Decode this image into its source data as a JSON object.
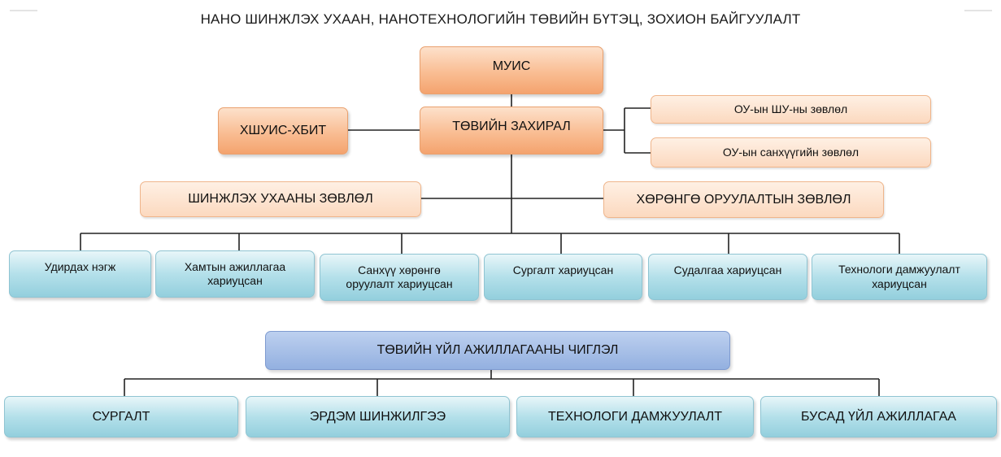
{
  "title": "НАНО ШИНЖЛЭХ УХААН, НАНОТЕХНОЛОГИЙН ТӨВИЙН БҮТЭЦ, ЗОХИОН БАЙГУУЛАЛТ",
  "top": {
    "muis": "МУИС",
    "director": "ТӨВИЙН ЗАХИРАЛ",
    "hshuis": "ХШУИС-ХБИТ",
    "council_su": "ОУ-ын ШУ-ны зөвлөл",
    "council_fin": "ОУ-ын санхүүгийн зөвлөл",
    "science_council": "ШИНЖЛЭХ УХААНЫ ЗӨВЛӨЛ",
    "invest_council": "ХӨРӨНГӨ ОРУУЛАЛТЫН ЗӨВЛӨЛ"
  },
  "units": [
    "Удирдах нэгж",
    "Хамтын ажиллагаа хариуцсан",
    "Санхүү хөрөнгө оруулалт хариуцсан",
    "Сургалт хариуцсан",
    "Судалгаа хариуцсан",
    "Технологи дамжуулалт хариуцсан"
  ],
  "activities": {
    "header": "ТӨВИЙН ҮЙЛ АЖИЛЛАГААНЫ ЧИГЛЭЛ",
    "items": [
      "СУРГАЛТ",
      "ЭРДЭМ ШИНЖИЛГЭЭ",
      "ТЕХНОЛОГИ ДАМЖУУЛАЛТ",
      "БУСАД ҮЙЛ АЖИЛЛАГАА"
    ]
  }
}
